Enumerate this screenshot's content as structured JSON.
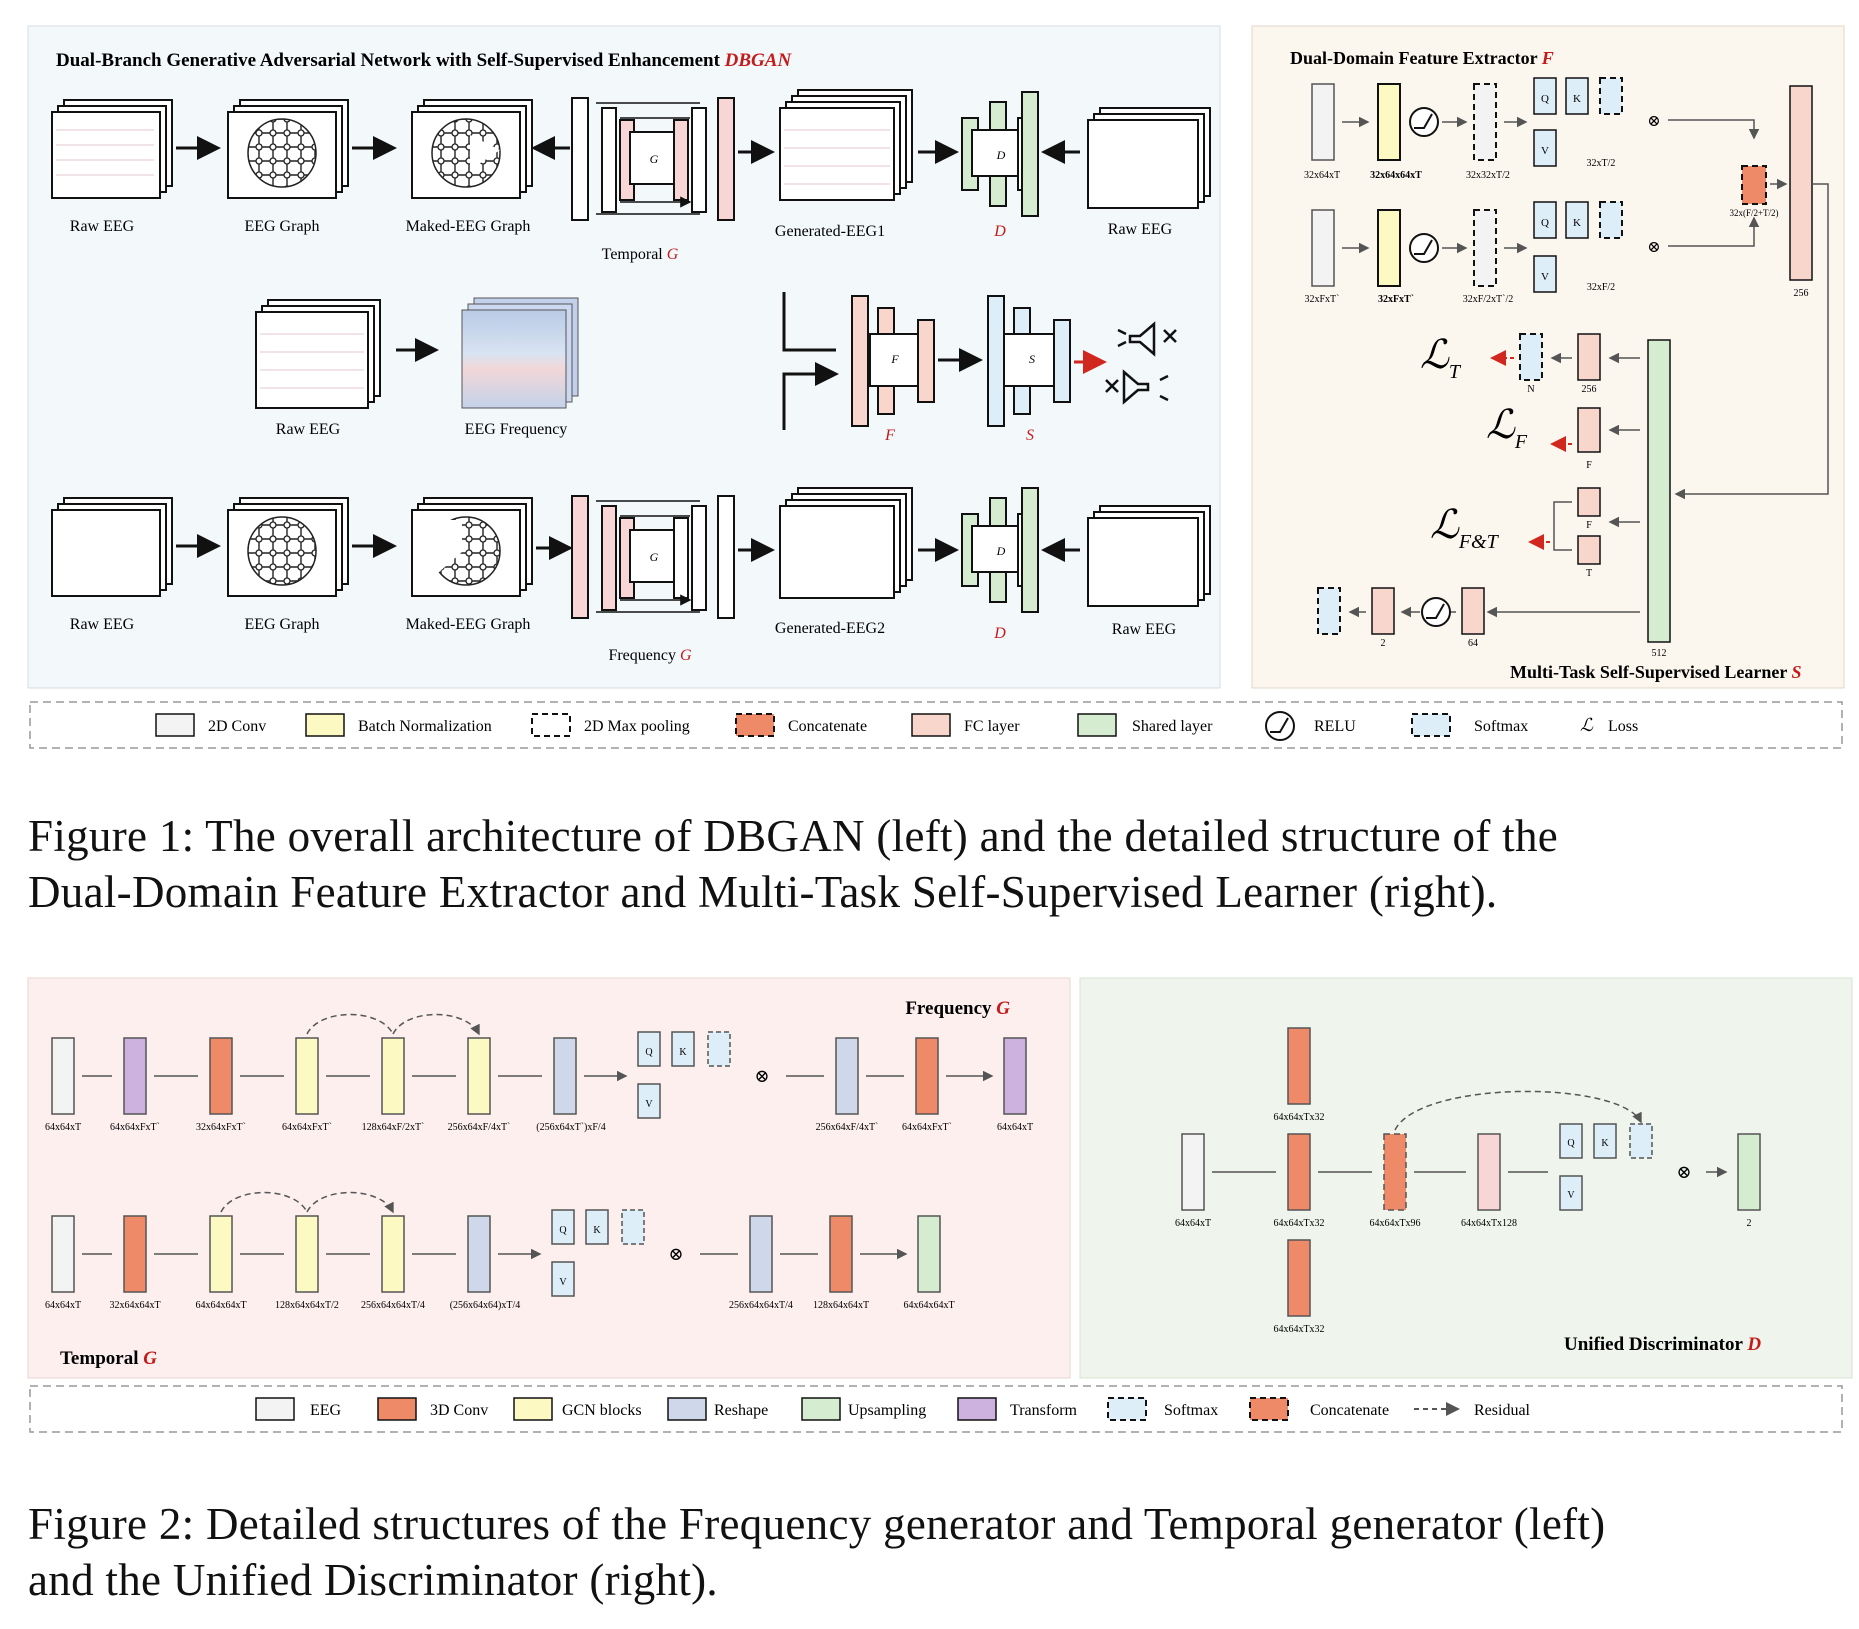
{
  "figure1": {
    "dbgan_title": "Dual-Branch Generative Adversarial Network with Self-Supervised Enhancement",
    "dbgan_title_em": "DBGAN",
    "rows": {
      "top": {
        "raw_eeg": "Raw EEG",
        "eeg_graph": "EEG Graph",
        "masked_graph": "Maked-EEG Graph",
        "generator": "Temporal",
        "generated": "Generated-EEG1",
        "raw_eeg_right": "Raw EEG"
      },
      "middle": {
        "raw_eeg": "Raw EEG",
        "eeg_frequency": "EEG Frequency"
      },
      "bottom": {
        "raw_eeg": "Raw EEG",
        "eeg_graph": "EEG Graph",
        "masked_graph": "Maked-EEG Graph",
        "generator": "Frequency",
        "generated": "Generated-EEG2",
        "raw_eeg_right": "Raw EEG"
      }
    },
    "symbols": {
      "G": "G",
      "D": "D",
      "F": "F",
      "S": "S"
    },
    "extractor": {
      "title": "Dual-Domain Feature Extractor",
      "title_em": "F",
      "row1_dims": [
        "32x64xT",
        "32x64x64xT",
        "32x32xT/2",
        "32xT/2"
      ],
      "row2_dims": [
        "32xFxT`",
        "32xFxT`",
        "32xF/2xT`/2",
        "32xF/2"
      ],
      "qkv": [
        "Q",
        "K",
        "V"
      ],
      "concat_dim": "32x(F/2+T/2)",
      "fc_dim": "256"
    },
    "learner": {
      "title": "Multi-Task Self-Supervised Learner",
      "title_em": "S",
      "loss_T": "T",
      "loss_F": "F",
      "loss_FT": "F&T",
      "dims": {
        "n": "N",
        "fc256": "256",
        "f": "F",
        "f2": "F",
        "t": "T",
        "two": "2",
        "sixtyfour": "64",
        "shared": "512"
      }
    },
    "legend": [
      "2D Conv",
      "Batch Normalization",
      "2D Max pooling",
      "Concatenate",
      "FC layer",
      "Shared layer",
      "RELU",
      "Softmax",
      "Loss"
    ],
    "caption_line1": "Figure 1:  The overall architecture of DBGAN (left) and the detailed structure of the",
    "caption_line2": "Dual-Domain Feature Extractor and Multi-Task Self-Supervised Learner (right)."
  },
  "figure2": {
    "freq_title": "Frequency",
    "temp_title": "Temporal",
    "freq_dims": [
      "64x64xT",
      "64x64xFxT`",
      "32x64xFxT`",
      "64x64xFxT`",
      "128x64xF/2xT`",
      "256x64xF/4xT`",
      "(256x64xT`)xF/4",
      "256x64xF/4xT`",
      "64x64xFxT`",
      "64x64xT"
    ],
    "temp_dims": [
      "64x64xT",
      "32x64x64xT",
      "64x64x64xT",
      "128x64x64xT/2",
      "256x64x64xT/4",
      "(256x64x64)xT/4",
      "256x64x64xT/4",
      "128x64x64xT",
      "64x64x64xT"
    ],
    "qkv": [
      "Q",
      "K",
      "V"
    ],
    "disc_title": "Unified Discriminator",
    "disc_dims": [
      "64x64xT",
      "64x64xTx32",
      "64x64xTx32",
      "64x64xTx32",
      "64x64xTx96",
      "64x64xTx128",
      "2"
    ],
    "legend": [
      "EEG",
      "3D Conv",
      "GCN blocks",
      "Reshape",
      "Upsampling",
      "Transform",
      "Softmax",
      "Concatenate",
      "Residual"
    ],
    "caption_line1": "Figure 2: Detailed structures of the Frequency generator and Temporal generator (left)",
    "caption_line2": "and the Unified Discriminator (right)."
  },
  "colors": {
    "conv2d": "#f3f3f3",
    "bn": "#fdf9c3",
    "concat": "#ef8a68",
    "fc": "#f8d6cc",
    "shared": "#d6ecd1",
    "softmax": "#ddeef8",
    "reshape": "#cfd8ea",
    "transform": "#cdb2e0",
    "accent_red": "#c41a1a",
    "dbgan_bg": "#f3f8fb",
    "extractor_bg": "#fbf6ee",
    "freqgen_bg": "#fcefee",
    "disc_bg": "#eff5ec",
    "arrow_red": "#d0281e"
  }
}
